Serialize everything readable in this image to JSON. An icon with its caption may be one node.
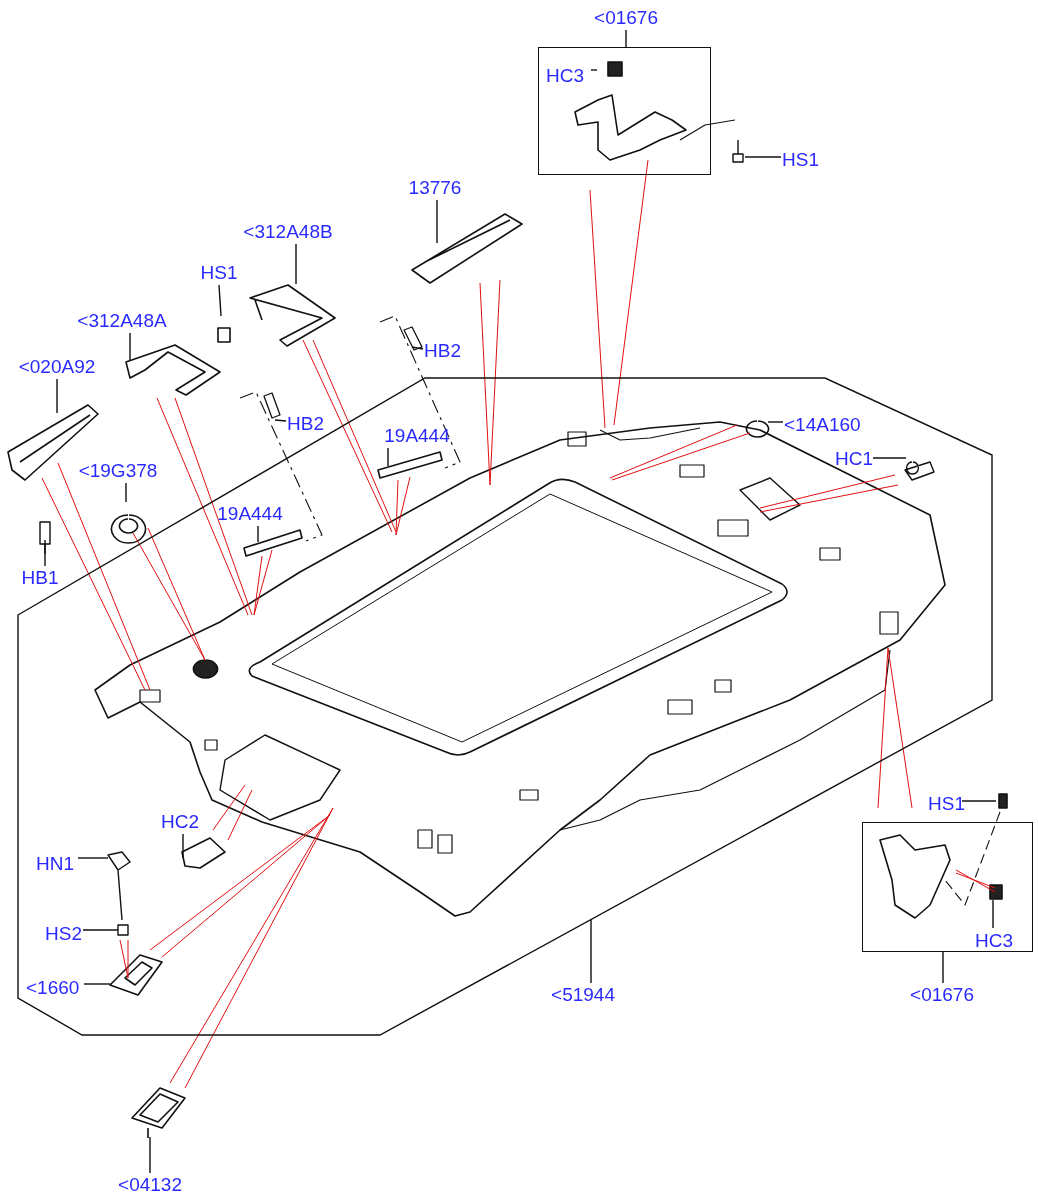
{
  "diagram": {
    "nodes": [
      {
        "text": [
          "<01676"
        ]
      },
      {
        "text": [],
        "shape": "box"
      },
      {
        "text": [
          "HC3"
        ],
        "in": 1
      },
      {
        "text": [
          "HS1"
        ]
      },
      {
        "text": [
          "13776"
        ]
      },
      {
        "text": [
          "<312A48B"
        ]
      },
      {
        "text": [
          "HS1"
        ]
      },
      {
        "text": [
          "<312A48A"
        ]
      },
      {
        "text": [
          "<020A92"
        ]
      },
      {
        "text": [
          "HB2"
        ]
      },
      {
        "text": [],
        "shape": "octagon"
      },
      {
        "text": [
          "HB2"
        ]
      },
      {
        "text": [
          "19A444"
        ],
        "in": 10
      },
      {
        "text": [
          "<14A160"
        ],
        "in": 10
      },
      {
        "text": [
          "HC1"
        ],
        "in": 10
      },
      {
        "text": [
          "<19G378"
        ]
      },
      {
        "text": [
          "19A444"
        ],
        "in": 10
      },
      {
        "text": [
          "HB1"
        ]
      },
      {
        "text": [
          "HC2"
        ],
        "in": 10
      },
      {
        "text": [
          "HS1"
        ]
      },
      {
        "text": [
          "HN1"
        ],
        "in": 10
      },
      {
        "text": [],
        "shape": "box"
      },
      {
        "text": [
          "HC3"
        ],
        "in": 21
      },
      {
        "text": [
          "HS2"
        ],
        "in": 10
      },
      {
        "text": [
          "<1660"
        ],
        "in": 10
      },
      {
        "text": [
          "<01676"
        ]
      },
      {
        "text": [
          "<51944"
        ]
      },
      {
        "text": [
          "<04132"
        ]
      }
    ],
    "edges": [
      {
        "from": 0,
        "to": 1,
        "arrow": "none"
      },
      {
        "from": 2,
        "to": null,
        "arrow": "none"
      },
      {
        "from": 3,
        "to": null,
        "arrow": "none"
      },
      {
        "from": 4,
        "to": null,
        "arrow": "none"
      },
      {
        "from": 5,
        "to": null,
        "arrow": "none"
      },
      {
        "from": 6,
        "to": null,
        "arrow": "none"
      },
      {
        "from": 7,
        "to": null,
        "arrow": "none"
      },
      {
        "from": 8,
        "to": null,
        "arrow": "none"
      },
      {
        "from": 9,
        "to": null,
        "arrow": "none"
      },
      {
        "from": 11,
        "to": null,
        "arrow": "none"
      },
      {
        "from": 12,
        "to": null,
        "arrow": "none"
      },
      {
        "from": 13,
        "to": null,
        "arrow": "none"
      },
      {
        "from": 14,
        "to": null,
        "arrow": "none"
      },
      {
        "from": 15,
        "to": null,
        "arrow": "none"
      },
      {
        "from": 16,
        "to": null,
        "arrow": "none"
      },
      {
        "from": 17,
        "to": null,
        "arrow": "none"
      },
      {
        "from": 18,
        "to": null,
        "arrow": "none"
      },
      {
        "from": 19,
        "to": null,
        "arrow": "none"
      },
      {
        "from": 20,
        "to": null,
        "arrow": "none"
      },
      {
        "from": 22,
        "to": null,
        "arrow": "none"
      },
      {
        "from": 23,
        "to": null,
        "arrow": "none"
      },
      {
        "from": 24,
        "to": null,
        "arrow": "none"
      },
      {
        "from": 25,
        "to": 21,
        "arrow": "none"
      },
      {
        "from": 26,
        "to": 10,
        "arrow": "none"
      },
      {
        "from": 27,
        "to": null,
        "arrow": "none"
      }
    ]
  }
}
